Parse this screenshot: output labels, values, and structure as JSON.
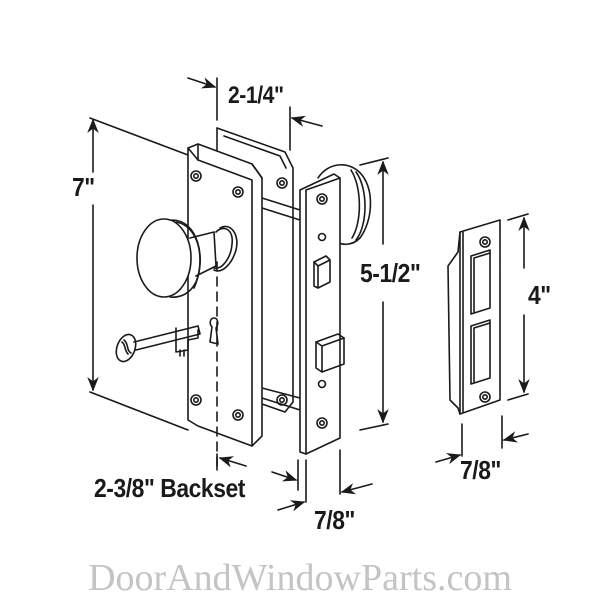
{
  "diagram": {
    "subject": "Mortise lock set with knob, key, escutcheon plate and strike plate",
    "dimensions": {
      "width_top": "2-1/4\"",
      "plate_height": "7\"",
      "faceplate_height": "5-1/2\"",
      "backset": "2-3/8\" Backset",
      "faceplate_width": "7/8\"",
      "strike_height": "4\"",
      "strike_width": "7/8\""
    },
    "parts": [
      "escutcheon-plate",
      "door-knob",
      "rear-knob",
      "skeleton-key",
      "keyhole",
      "mortise-lock-body",
      "faceplate",
      "latch-bolt",
      "dead-bolt",
      "strike-plate"
    ]
  },
  "watermark": "DoorAndWindowParts.com",
  "colors": {
    "line": "#1a1a1a",
    "background": "#ffffff",
    "watermark": "#c4c4c4"
  }
}
